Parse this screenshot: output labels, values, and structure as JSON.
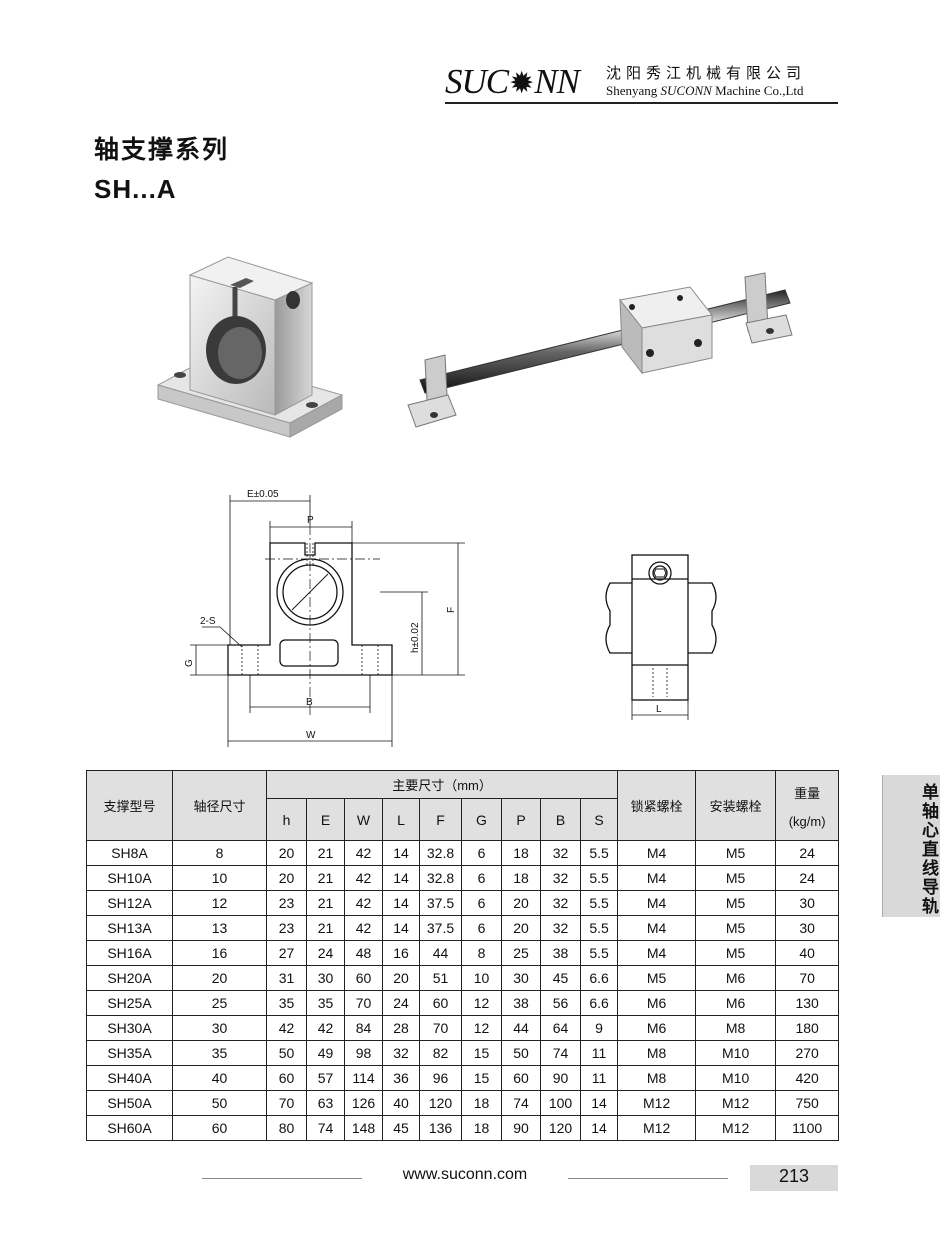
{
  "header": {
    "logo_left": "SUC",
    "logo_right": "NN",
    "company_cn": "沈阳秀江机械有限公司",
    "company_en_prefix": "Shenyang ",
    "company_en_brand": "SUCONN",
    "company_en_suffix": " Machine Co.,Ltd"
  },
  "title_cn": "轴支撑系列",
  "title_model": "SH...A",
  "side_tab": "单轴心直线导轨",
  "drawing": {
    "dim_e": "E±0.05",
    "dim_p": "P",
    "dim_f": "F",
    "dim_h": "h±0.02",
    "dim_g": "G",
    "dim_2s": "2-S",
    "dim_b": "B",
    "dim_w": "W",
    "dim_l": "L"
  },
  "table": {
    "col_model": "支撑型号",
    "col_shaft": "轴径尺寸",
    "col_main_dims": "主要尺寸（mm）",
    "col_lock": "锁紧螺栓",
    "col_mount": "安装螺栓",
    "col_weight": "重量",
    "col_weight_unit": "(kg/m)",
    "dim_cols": [
      "h",
      "E",
      "W",
      "L",
      "F",
      "G",
      "P",
      "B",
      "S"
    ],
    "rows": [
      [
        "SH8A",
        "8",
        "20",
        "21",
        "42",
        "14",
        "32.8",
        "6",
        "18",
        "32",
        "5.5",
        "M4",
        "M5",
        "24"
      ],
      [
        "SH10A",
        "10",
        "20",
        "21",
        "42",
        "14",
        "32.8",
        "6",
        "18",
        "32",
        "5.5",
        "M4",
        "M5",
        "24"
      ],
      [
        "SH12A",
        "12",
        "23",
        "21",
        "42",
        "14",
        "37.5",
        "6",
        "20",
        "32",
        "5.5",
        "M4",
        "M5",
        "30"
      ],
      [
        "SH13A",
        "13",
        "23",
        "21",
        "42",
        "14",
        "37.5",
        "6",
        "20",
        "32",
        "5.5",
        "M4",
        "M5",
        "30"
      ],
      [
        "SH16A",
        "16",
        "27",
        "24",
        "48",
        "16",
        "44",
        "8",
        "25",
        "38",
        "5.5",
        "M4",
        "M5",
        "40"
      ],
      [
        "SH20A",
        "20",
        "31",
        "30",
        "60",
        "20",
        "51",
        "10",
        "30",
        "45",
        "6.6",
        "M5",
        "M6",
        "70"
      ],
      [
        "SH25A",
        "25",
        "35",
        "35",
        "70",
        "24",
        "60",
        "12",
        "38",
        "56",
        "6.6",
        "M6",
        "M6",
        "130"
      ],
      [
        "SH30A",
        "30",
        "42",
        "42",
        "84",
        "28",
        "70",
        "12",
        "44",
        "64",
        "9",
        "M6",
        "M8",
        "180"
      ],
      [
        "SH35A",
        "35",
        "50",
        "49",
        "98",
        "32",
        "82",
        "15",
        "50",
        "74",
        "11",
        "M8",
        "M10",
        "270"
      ],
      [
        "SH40A",
        "40",
        "60",
        "57",
        "114",
        "36",
        "96",
        "15",
        "60",
        "90",
        "11",
        "M8",
        "M10",
        "420"
      ],
      [
        "SH50A",
        "50",
        "70",
        "63",
        "126",
        "40",
        "120",
        "18",
        "74",
        "100",
        "14",
        "M12",
        "M12",
        "750"
      ],
      [
        "SH60A",
        "60",
        "80",
        "74",
        "148",
        "45",
        "136",
        "18",
        "90",
        "120",
        "14",
        "M12",
        "M12",
        "1100"
      ]
    ]
  },
  "footer": {
    "url": "www.suconn.com",
    "page_number": "213"
  }
}
